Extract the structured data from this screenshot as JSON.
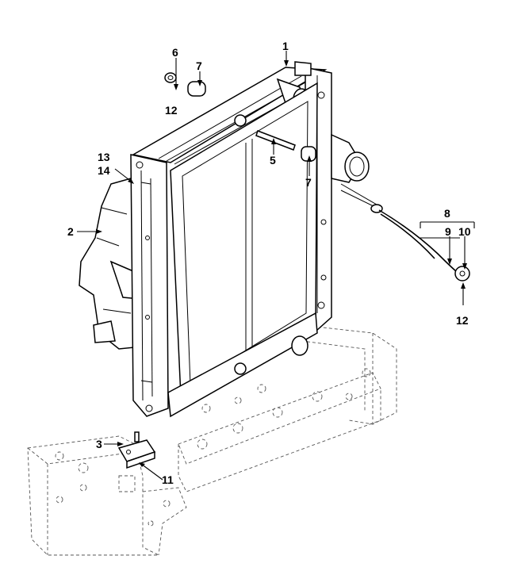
{
  "callouts": {
    "c1": "1",
    "c2": "2",
    "c3": "3",
    "c5": "5",
    "c6": "6",
    "c7a": "7",
    "c7b": "7",
    "c8": "8",
    "c9": "9",
    "c10": "10",
    "c11": "11",
    "c12a": "12",
    "c12b": "12",
    "c13": "13",
    "c14": "14"
  }
}
